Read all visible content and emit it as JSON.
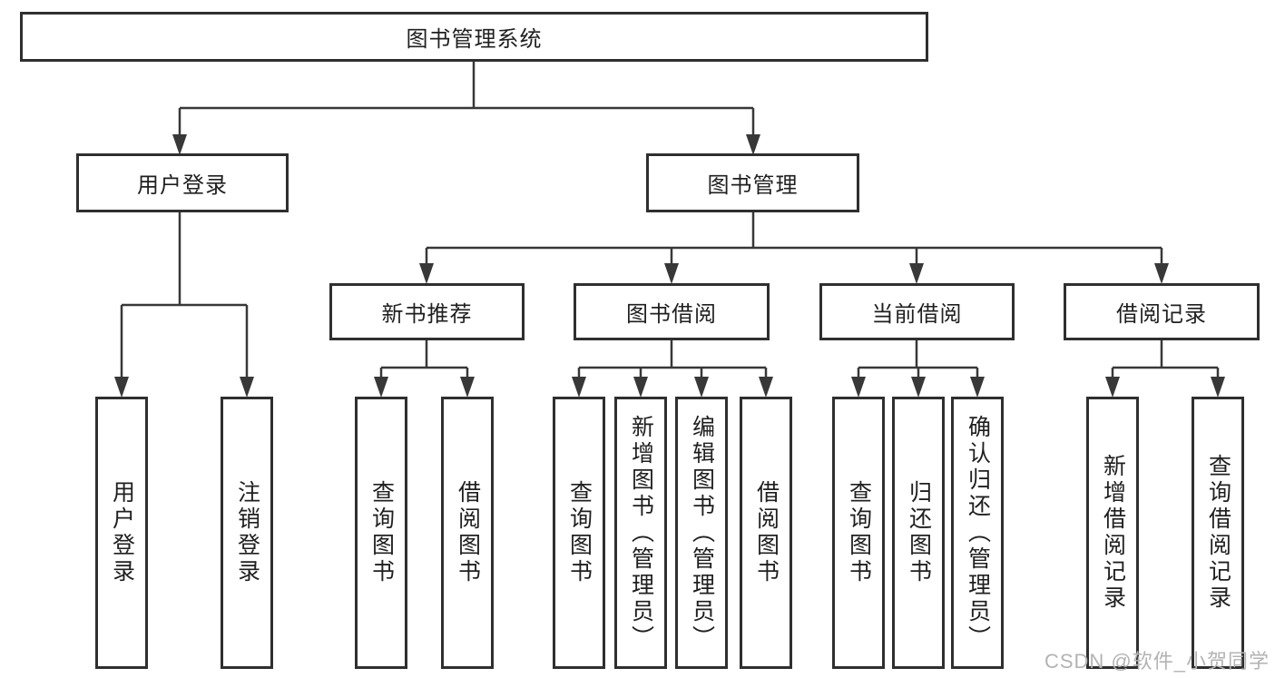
{
  "diagram": {
    "tree": {
      "label": "图书管理系统",
      "children": [
        {
          "label": "用户登录",
          "children": [
            {
              "label": "用户登录"
            },
            {
              "label": "注销登录"
            }
          ]
        },
        {
          "label": "图书管理",
          "children": [
            {
              "label": "新书推荐",
              "children": [
                {
                  "label": "查询图书"
                },
                {
                  "label": "借阅图书"
                }
              ]
            },
            {
              "label": "图书借阅",
              "children": [
                {
                  "label": "查询图书"
                },
                {
                  "label": "新增图书（管理员）"
                },
                {
                  "label": "编辑图书（管理员）"
                },
                {
                  "label": "借阅图书"
                }
              ]
            },
            {
              "label": "当前借阅",
              "children": [
                {
                  "label": "查询图书"
                },
                {
                  "label": "归还图书"
                },
                {
                  "label": "确认归还（管理员）"
                }
              ]
            },
            {
              "label": "借阅记录",
              "children": [
                {
                  "label": "新增借阅记录"
                },
                {
                  "label": "查询借阅记录"
                }
              ]
            }
          ]
        }
      ]
    },
    "colors": {
      "line": "#383838",
      "box_border": "#2f2f2f",
      "text": "#1f1f1f",
      "watermark": "#b3b3b3",
      "background": "#ffffff"
    }
  },
  "watermark": {
    "text": "CSDN @软件_小贺同学"
  }
}
